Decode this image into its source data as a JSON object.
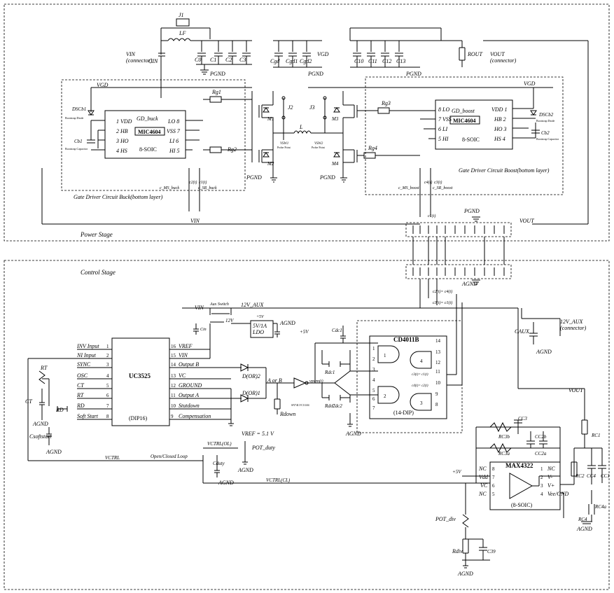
{
  "power_stage": {
    "title": "Power Stage",
    "j1": "J1",
    "lf": "LF",
    "vin_connector": "VIN\n(connector)",
    "cin": "CIN",
    "c0": "C0",
    "c1": "C1",
    "c2": "C2",
    "c3": "C3",
    "cgd": "Cgd",
    "cgd1": "Cgd1",
    "cgd2": "Cgd2",
    "vgd": "VGD",
    "c10": "C10",
    "c11": "C11",
    "c12": "C12",
    "c13": "C13",
    "rout": "ROUT",
    "vout_connector": "VOUT\n(connector)",
    "pgnd": "PGND",
    "j2": "J2",
    "j3": "J3",
    "l": "L",
    "vsw1": "VSW1",
    "vsw2": "VSW2",
    "probe_point": "Probe Point",
    "rg1": "Rg1",
    "rg2": "Rg2",
    "rg3": "Rg3",
    "rg4": "Rg4",
    "m1": "M1",
    "m2": "M2",
    "m3": "M3",
    "m4": "M4",
    "vin": "VIN",
    "vout": "VOUT"
  },
  "gate_driver_buck": {
    "title": "Gate Driver Circuit Buck(bottom layer)",
    "ic": "MIC4604",
    "name": "GD_buck",
    "package": "8-SOIC",
    "pins_left": [
      "1 VDD",
      "2 HB",
      "3 HO",
      "4 HS"
    ],
    "pins_right": [
      "LO 8",
      "VSS 7",
      "LI 6",
      "HI 5"
    ],
    "dscb": "DSCb1",
    "bootstrap_diode": "Bootstrap Diode",
    "cb": "Cb1",
    "bootstrap_cap": "Bootstrap Capacitor",
    "c_ms": "c_MS_buck",
    "c_sr": "c_SR_buck"
  },
  "gate_driver_boost": {
    "title": "Gate Driver Circuit Boost(bottom layer)",
    "ic": "MIC4604",
    "name": "GD_boost",
    "package": "8-SOIC",
    "pins_left": [
      "8 LO",
      "7 VSS",
      "6 LI",
      "5 HI"
    ],
    "pins_right": [
      "VDD 1",
      "HB 2",
      "HO 3",
      "HS 4"
    ],
    "dscb": "DSCb2",
    "bootstrap_diode": "Bootstrap Diode",
    "cb": "Cb2",
    "bootstrap_cap": "Bootstrap Capacitor",
    "c_ms": "c_MS_boost",
    "c_sr": "c_SR_boost"
  },
  "control_stage": {
    "title": "Control Stage",
    "agnd": "AGND",
    "vin": "VIN",
    "aux_switch": "Aux Switch",
    "v12_aux": "12V_AUX",
    "v12": "12V",
    "cin2": "Cin",
    "ldo": "5V/1A\nLDO",
    "v5": "+5V",
    "vref": "VREF",
    "v12_aux_conn": "12V_AUX\n(connector)",
    "caux": "CAUX",
    "vctrl": "VCTRL",
    "vctrl_ol": "VCTRL(OL)",
    "vctrl_cl": "VCTRL(CL)",
    "vref_val": "VREF = 5.1 V",
    "pot_duty": "POT_duty",
    "cduty": "Cduty",
    "open_closed": "Open/Closed Loop",
    "dor1": "D(OR)1",
    "dor2": "D(OR)2",
    "a_or_b": "A or B",
    "vpwm": "vpwm(t)",
    "inverter": "SN74LVC1G04",
    "rdown": "Rdown",
    "rt": "RT",
    "ct": "CT",
    "rd": "RD",
    "csoftstart": "Csoftstart",
    "vout": "VOUT",
    "pot_div": "POT_div",
    "rdiv": "Rdiv",
    "c39": "C39"
  },
  "uc3525": {
    "name": "UC3525",
    "package": "(DIP16)",
    "pins_left": [
      "INV Input",
      "NI Input",
      "SYNC",
      "OSC",
      "CT",
      "RT",
      "RD",
      "Soft Start"
    ],
    "nums_left": [
      "1",
      "2",
      "3",
      "4",
      "5",
      "6",
      "7",
      "8"
    ],
    "pins_right": [
      "VREF",
      "VIN",
      "Output B",
      "VC",
      "GROUND",
      "Output A",
      "Stutdown",
      "Compensation"
    ],
    "nums_right": [
      "16",
      "15",
      "14",
      "13",
      "12",
      "11",
      "10",
      "9"
    ]
  },
  "cd4011": {
    "name": "CD4011B",
    "package": "(14-DIP)",
    "nums_left": [
      "1",
      "2",
      "3",
      "4",
      "5",
      "6",
      "7"
    ],
    "nums_right": [
      "14",
      "13",
      "12",
      "11",
      "10",
      "9",
      "8"
    ],
    "gates": [
      "1",
      "2",
      "3",
      "4"
    ],
    "cdc1": "Cdc1",
    "cdc2": "Cdc2",
    "rdc1": "Rdc1",
    "rdc2": "Rdc2",
    "c3": "c3(t)= c1(t)",
    "c4": "c4(t)= c2(t)"
  },
  "max4322": {
    "name": "MAX4322",
    "package": "(8-SOIC)",
    "pins_left": [
      "NC",
      "Vdd",
      "VC",
      "NC"
    ],
    "nums_left": [
      "8",
      "7",
      "6",
      "5"
    ],
    "pins_right": [
      "NC",
      "V-",
      "V+",
      "Vee/GND"
    ],
    "nums_right": [
      "1",
      "2",
      "3",
      "4"
    ],
    "cc3": "CC3",
    "rc3b": "RC3b",
    "rc3a": "RC3a",
    "cc2b": "CC2b",
    "cc2a": "CC2a",
    "rc1": "RC1",
    "rc2": "RC2",
    "cc4": "CC4",
    "cc1": "CC1",
    "rc4": "RC4",
    "rc4a": "RC4a"
  },
  "signals": {
    "c1": "c1(t)",
    "c2": "c2(t)",
    "c3": "c3(t)",
    "c4": "c4(t)",
    "c1_eq_c3": "c3(t)= c1(t)",
    "c2_eq_c4": "c2(t)= c4(t)"
  }
}
